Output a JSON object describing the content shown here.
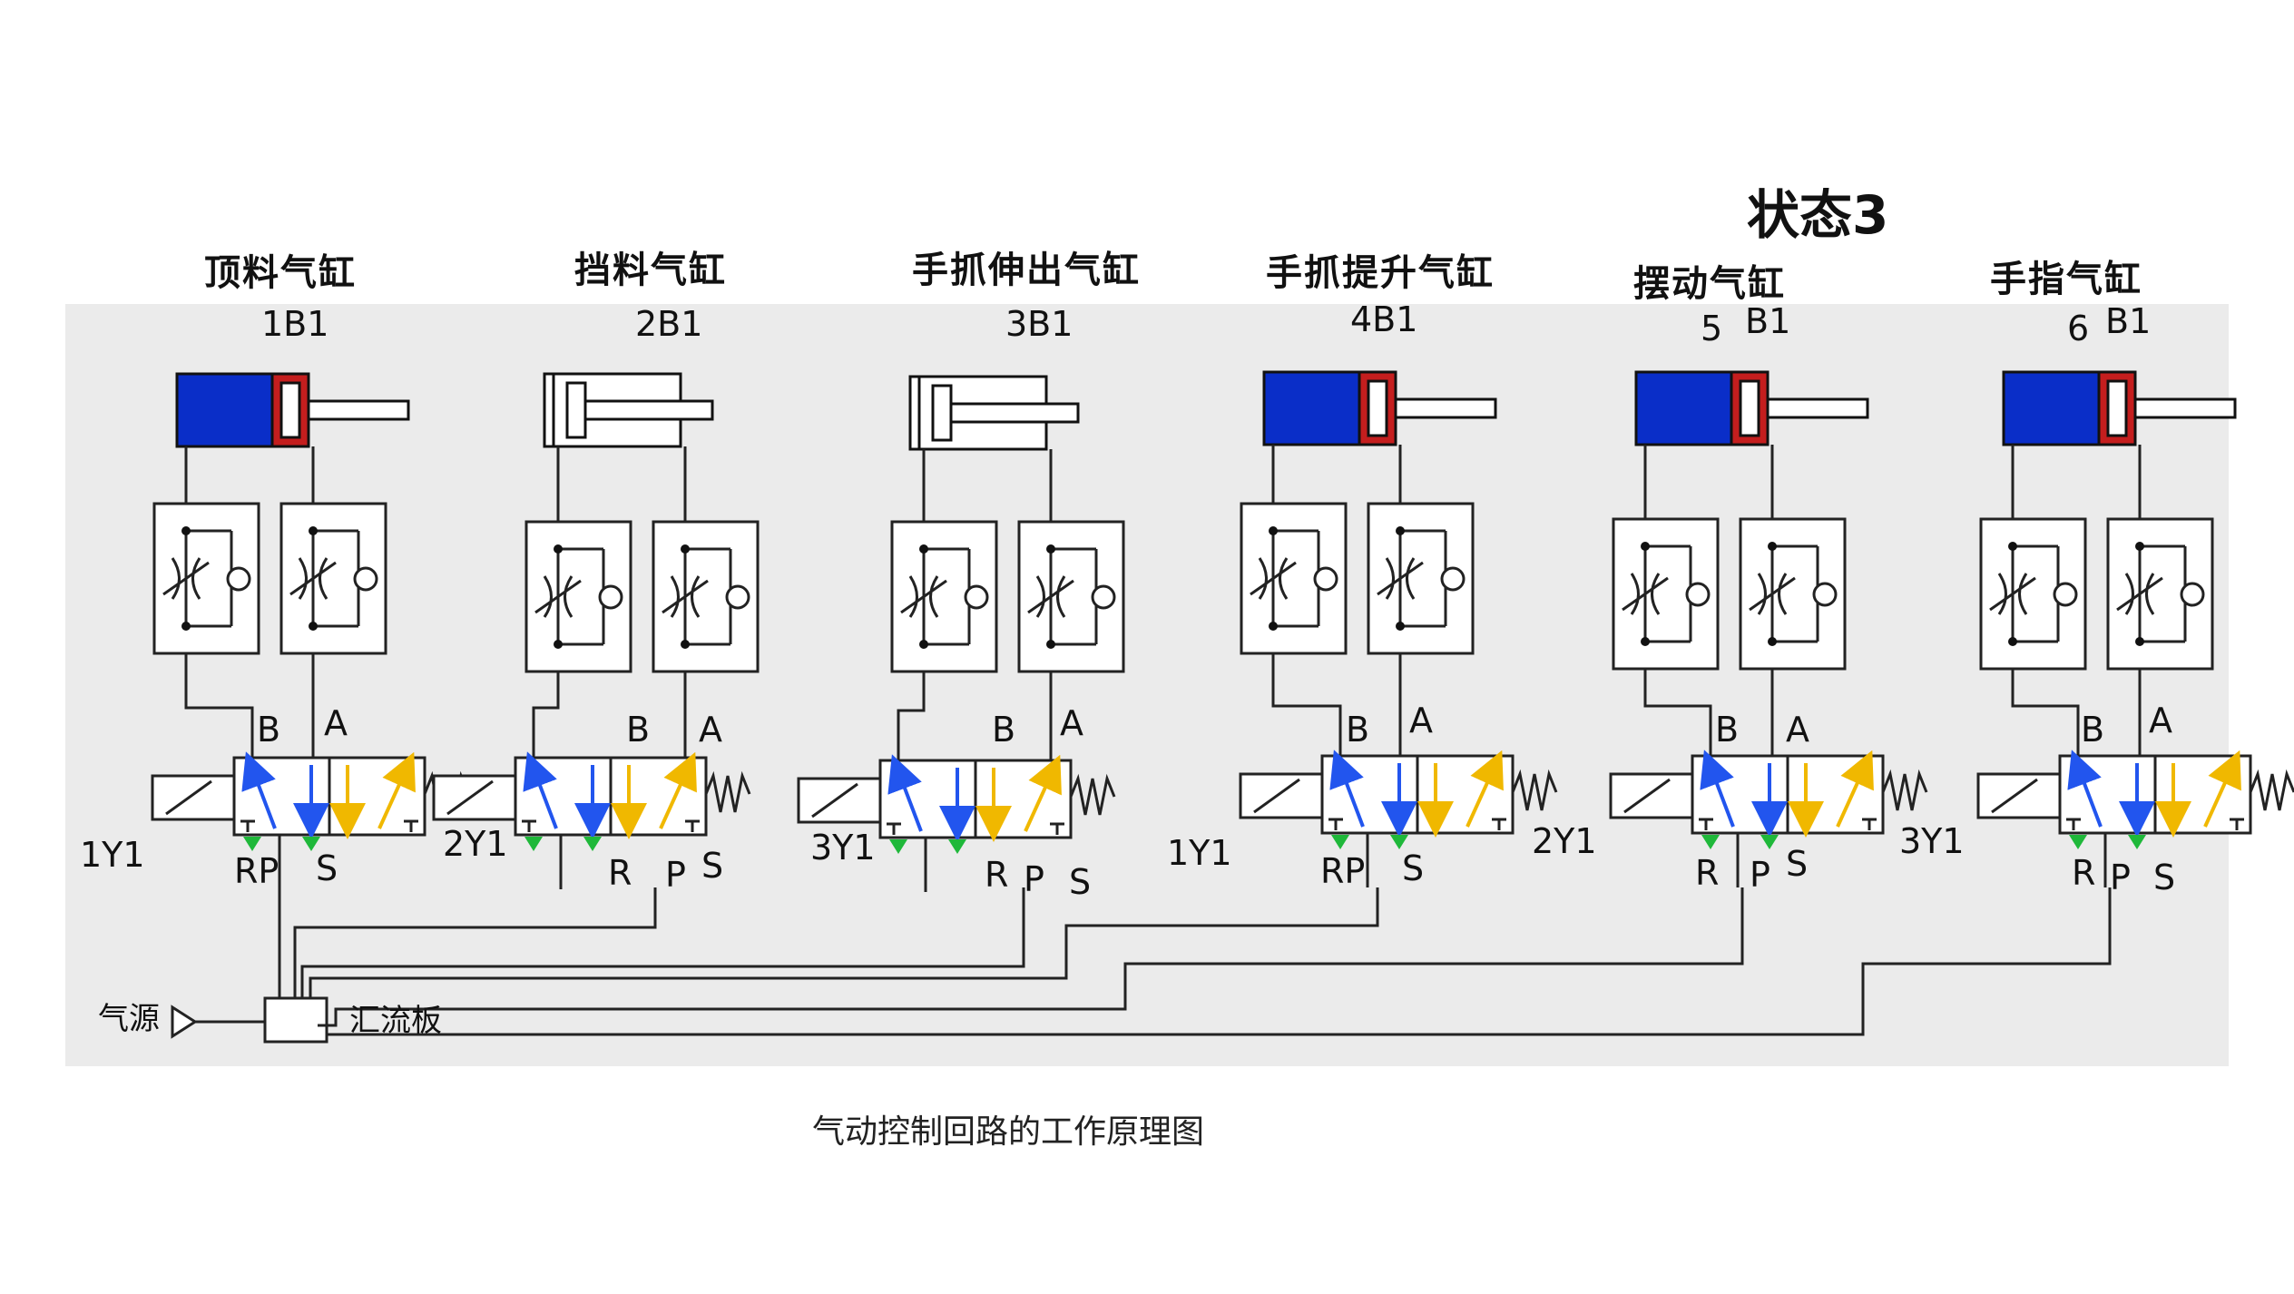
{
  "state_label": "状态3",
  "cylinders": [
    {
      "title": "顶料气缸",
      "sensor": "1B1",
      "solenoid": "1Y1",
      "ports": {
        "B": "B",
        "A": "A",
        "R": "RP",
        "S": "S"
      },
      "extended": false
    },
    {
      "title": "挡料气缸",
      "sensor": "2B1",
      "solenoid": "2Y1",
      "ports": {
        "B": "B",
        "A": "A",
        "R": "R",
        "P": "P",
        "S": "S"
      },
      "extended": true
    },
    {
      "title": "手抓伸出气缸",
      "sensor": "3B1",
      "solenoid": "3Y1",
      "ports": {
        "B": "B",
        "A": "A",
        "R": "R",
        "P": "P",
        "S": "S"
      },
      "extended": true
    },
    {
      "title": "手抓提升气缸",
      "sensor": "4B1",
      "solenoid": "1Y1",
      "ports": {
        "B": "B",
        "A": "A",
        "R": "RP",
        "S": "S"
      },
      "extended": false
    },
    {
      "title": "摆动气缸",
      "sensor_num": "5",
      "sensor": "B1",
      "solenoid": "2Y1",
      "ports": {
        "B": "B",
        "A": "A",
        "R": "R",
        "P": "P",
        "S": "S"
      },
      "extended": false
    },
    {
      "title": "手指气缸",
      "sensor_num": "6",
      "sensor": "B1",
      "solenoid": "3Y1",
      "ports": {
        "B": "B",
        "A": "A",
        "R": "R",
        "P": "P",
        "S": "S"
      },
      "extended": false
    }
  ],
  "air_source_label": "气源",
  "manifold_label": "汇流板",
  "caption": "气动控制回路的工作原理图",
  "colors": {
    "cylinder_blue": "#0a2ec8",
    "cylinder_red": "#c41e1e",
    "arrow_blue": "#2255ee",
    "arrow_yellow": "#f0b800",
    "port_green": "#1fb83a",
    "panel": "#ebebeb",
    "line": "#222222"
  }
}
